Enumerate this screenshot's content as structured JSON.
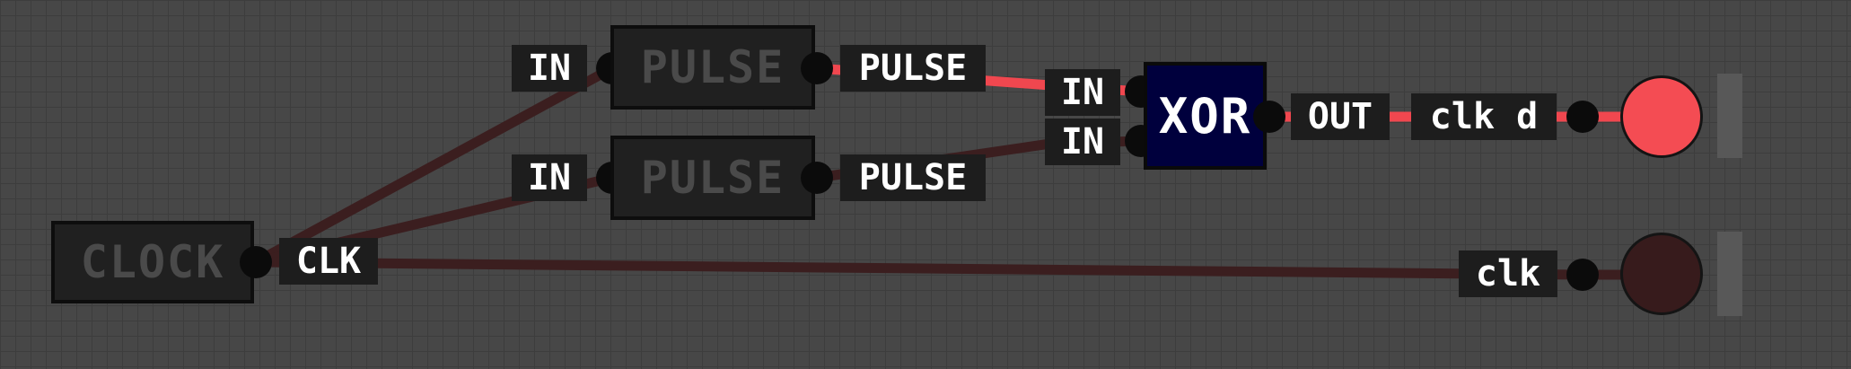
{
  "chips": {
    "clock": "CLOCK",
    "pulse_top": "PULSE",
    "pulse_bottom": "PULSE",
    "xor": "XOR"
  },
  "pins": {
    "clock_out": "CLK",
    "pulse_top_in": "IN",
    "pulse_top_out": "PULSE",
    "pulse_bottom_in": "IN",
    "pulse_bottom_out": "PULSE",
    "xor_in_a": "IN",
    "xor_in_b": "IN",
    "xor_out": "OUT"
  },
  "outputs": {
    "top": {
      "label": "clk d",
      "state": "on"
    },
    "bottom": {
      "label": "clk",
      "state": "off"
    }
  },
  "colors": {
    "wire_on": "#f0474f",
    "wire_off": "#3b1e1f",
    "led_on": "#f44c53",
    "led_off": "#371b1c",
    "xor_body": "#00003d"
  }
}
